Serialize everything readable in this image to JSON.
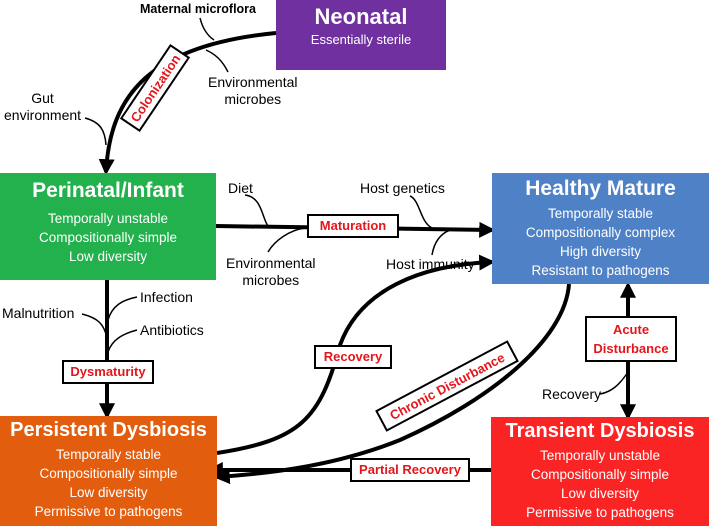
{
  "nodes": {
    "neonatal": {
      "title": "Neonatal",
      "lines": [
        "Essentially sterile"
      ],
      "color": "#7030a0"
    },
    "perinatal": {
      "title": "Perinatal/Infant",
      "lines": [
        "Temporally unstable",
        "Compositionally simple",
        "Low diversity"
      ],
      "color": "#22b14c"
    },
    "healthy": {
      "title": "Healthy Mature",
      "lines": [
        "Temporally stable",
        "Compositionally complex",
        "High diversity",
        "Resistant to pathogens"
      ],
      "color": "#4f81c7"
    },
    "persistent": {
      "title": "Persistent Dysbiosis",
      "lines": [
        "Temporally stable",
        "Compositionally simple",
        "Low diversity",
        "Permissive to pathogens"
      ],
      "color": "#e35d0f"
    },
    "transient": {
      "title": "Transient Dysbiosis",
      "lines": [
        "Temporally unstable",
        "Compositionally simple",
        "Low diversity",
        "Permissive to pathogens"
      ],
      "color": "#fb2424"
    }
  },
  "transitions": {
    "colonization": "Colonization",
    "maturation": "Maturation",
    "dysmaturity": "Dysmaturity",
    "recovery": "Recovery",
    "chronic": "Chronic Disturbance",
    "partial": "Partial Recovery",
    "acute_line1": "Acute",
    "acute_line2": "Disturbance"
  },
  "factors": {
    "maternal": "Maternal microflora",
    "env1_line1": "Environmental",
    "env1_line2": "microbes",
    "gut_line1": "Gut",
    "gut_line2": "environment",
    "diet": "Diet",
    "env2_line1": "Environmental",
    "env2_line2": "microbes",
    "host_genetics": "Host genetics",
    "host_immunity": "Host immunity",
    "malnutrition": "Malnutrition",
    "infection": "Infection",
    "antibiotics": "Antibiotics",
    "recovery_small": "Recovery"
  }
}
